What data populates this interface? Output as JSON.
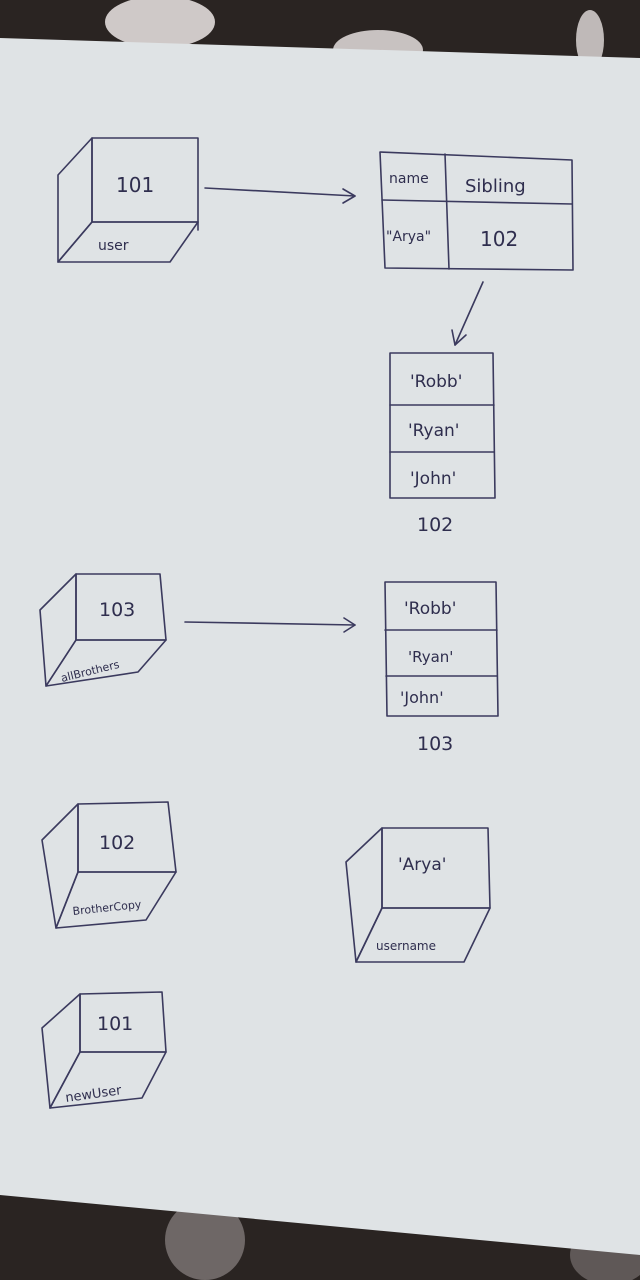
{
  "boxes": {
    "user": {
      "value": "101",
      "label": "user"
    },
    "allBrothers": {
      "value": "103",
      "label": "allBrothers"
    },
    "brotherCopy": {
      "value": "102",
      "label": "BrotherCopy"
    },
    "newUser": {
      "value": "101",
      "label": "newUser"
    },
    "username": {
      "value": "'Arya'",
      "label": "username"
    }
  },
  "object_table": {
    "headers": [
      "name",
      "Sibling"
    ],
    "values": [
      "\"Arya\"",
      "102"
    ]
  },
  "arrays": [
    {
      "items": [
        "'Robb'",
        "'Ryan'",
        "'John'"
      ],
      "address": "102"
    },
    {
      "items": [
        "'Robb'",
        "'Ryan'",
        "'John'"
      ],
      "address": "103"
    }
  ],
  "colors": {
    "paper": "#dfe3e5",
    "ink": "#3b3a5e",
    "background": "#2a2422"
  }
}
